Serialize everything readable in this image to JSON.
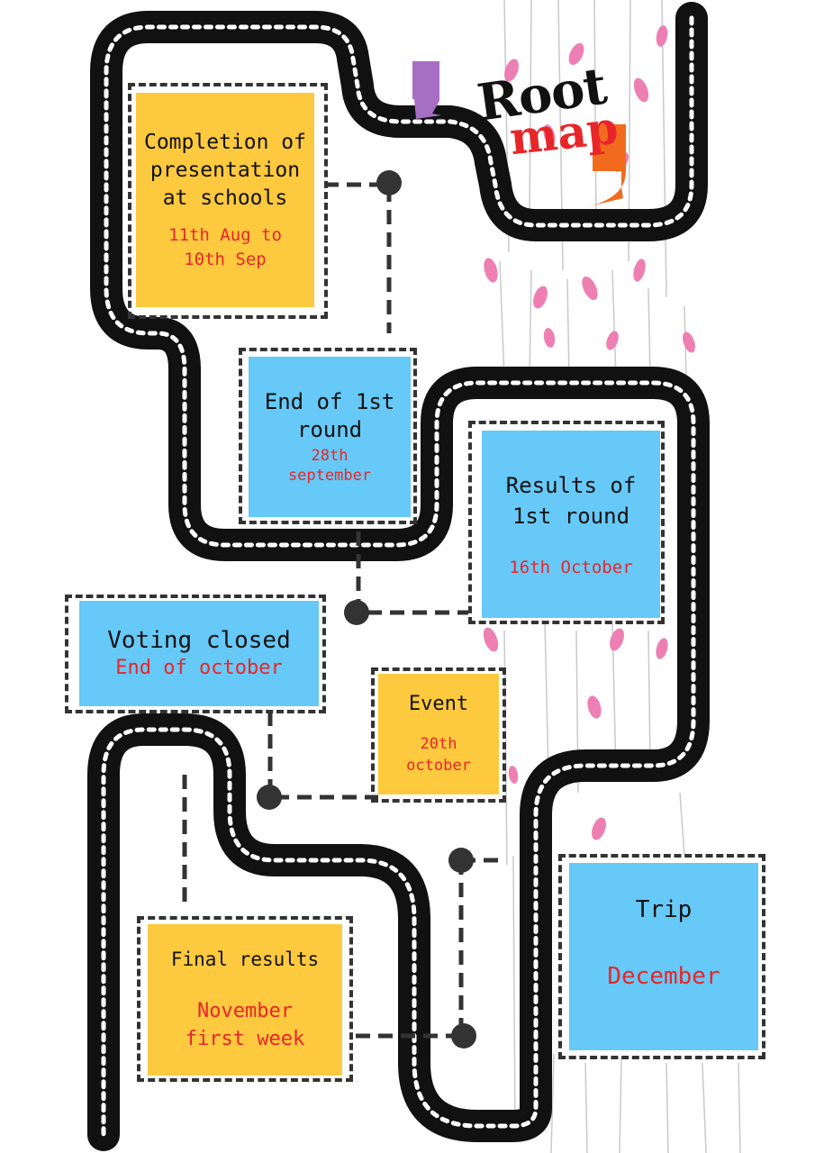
{
  "logo": {
    "word1": "Root",
    "word2": "map",
    "quote_left_color": "#a66fc4",
    "quote_right_color": "#f26b1d"
  },
  "colors": {
    "road": "#111111",
    "yellow_card": "#fdc93e",
    "blue_card": "#66c9f7",
    "date_text": "#e8262a",
    "petal": "#ee7fb2"
  },
  "milestones": [
    {
      "title": "Completion of presentation at schools",
      "date": "11th Aug to 10th Sep",
      "color": "yellow"
    },
    {
      "title": "End of 1st round",
      "date": "28th september",
      "color": "blue"
    },
    {
      "title": "Results of 1st round",
      "date": "16th October",
      "color": "blue"
    },
    {
      "title": "Voting closed",
      "date": "End of october",
      "color": "blue"
    },
    {
      "title": "Event",
      "date": "20th october",
      "color": "yellow"
    },
    {
      "title": "Final results",
      "date": "November first week",
      "color": "yellow"
    },
    {
      "title": "Trip",
      "date": "December",
      "color": "blue"
    }
  ]
}
